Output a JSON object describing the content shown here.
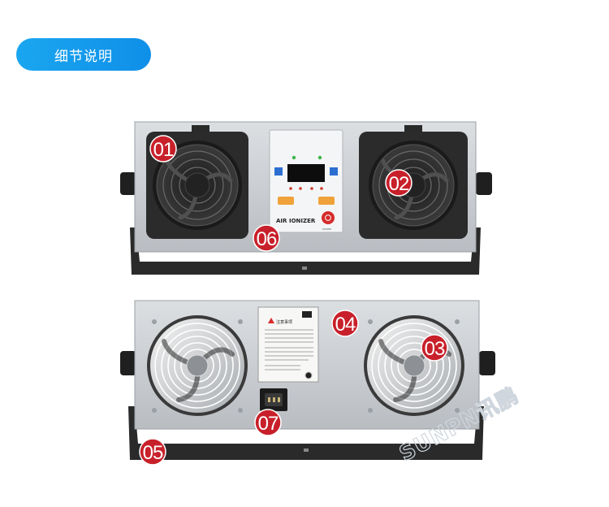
{
  "header": {
    "title": "细节说明"
  },
  "front": {
    "brand_left": "AIR",
    "brand_right": "IONIZER",
    "power_label": "POWER"
  },
  "back": {
    "warning_title": "注意事项"
  },
  "watermark": {
    "text": "SUNPN讯鹏"
  },
  "callouts": [
    {
      "id": "01"
    },
    {
      "id": "02"
    },
    {
      "id": "03"
    },
    {
      "id": "04"
    },
    {
      "id": "05"
    },
    {
      "id": "06"
    },
    {
      "id": "07"
    }
  ],
  "colors": {
    "accent": "#1597ea",
    "badge": "#c8202a",
    "body": "#c9ccd0",
    "frame": "#262626"
  }
}
